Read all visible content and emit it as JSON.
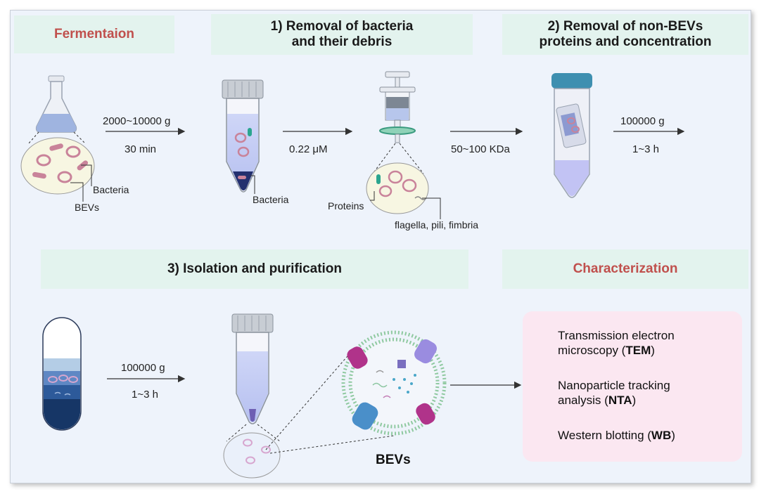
{
  "headers": {
    "fermentation": "Fermentaion",
    "step1": "1) Removal of bacteria\nand their debris",
    "step2": "2) Removal of non-BEVs\nproteins and concentration",
    "step3": "3) Isolation and purification",
    "characterization": "Characterization"
  },
  "labels": {
    "spin1_g": "2000~10000 g",
    "spin1_time": "30 min",
    "bacteria_1": "Bacteria",
    "bevs_1": "BEVs",
    "filter": "0.22  μM",
    "bacteria_2": "Bacteria",
    "proteins": "Proteins",
    "appendages": "flagella, pili, fimbria",
    "mwco": "50~100 KDa",
    "spin2_g": "100000 g",
    "spin2_time": "1~3 h",
    "spin3_g": "100000 g",
    "spin3_time": "1~3 h",
    "bevs_big": "BEVs"
  },
  "characterization": [
    {
      "line1": "Transmission electron",
      "line2_pre": "microscopy (",
      "abbr": "TEM",
      "line2_post": ")"
    },
    {
      "line1": "Nanoparticle tracking",
      "line2_pre": "analysis (",
      "abbr": "NTA",
      "line2_post": ")"
    },
    {
      "line1": "",
      "line2_pre": "Western blotting (",
      "abbr": "WB",
      "line2_post": ")"
    }
  ],
  "colors": {
    "panel_bg": "#eef3fb",
    "header_bg": "#e3f3ee",
    "accent_red": "#c0504d",
    "char_bg": "#fbe7f1"
  }
}
